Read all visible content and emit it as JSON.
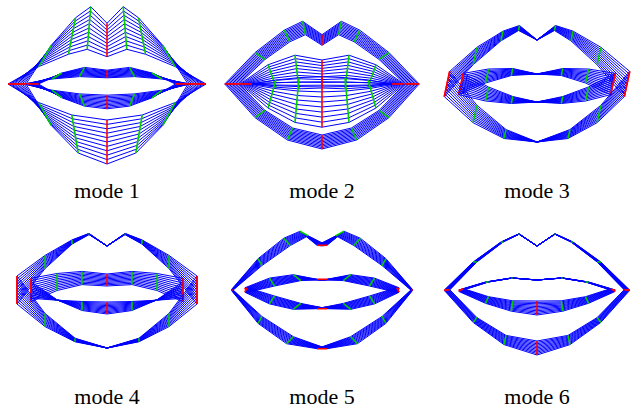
{
  "diagram": {
    "labels": [
      "mode 1",
      "mode 2",
      "mode 3",
      "mode 4",
      "mode 5",
      "mode 6"
    ]
  }
}
